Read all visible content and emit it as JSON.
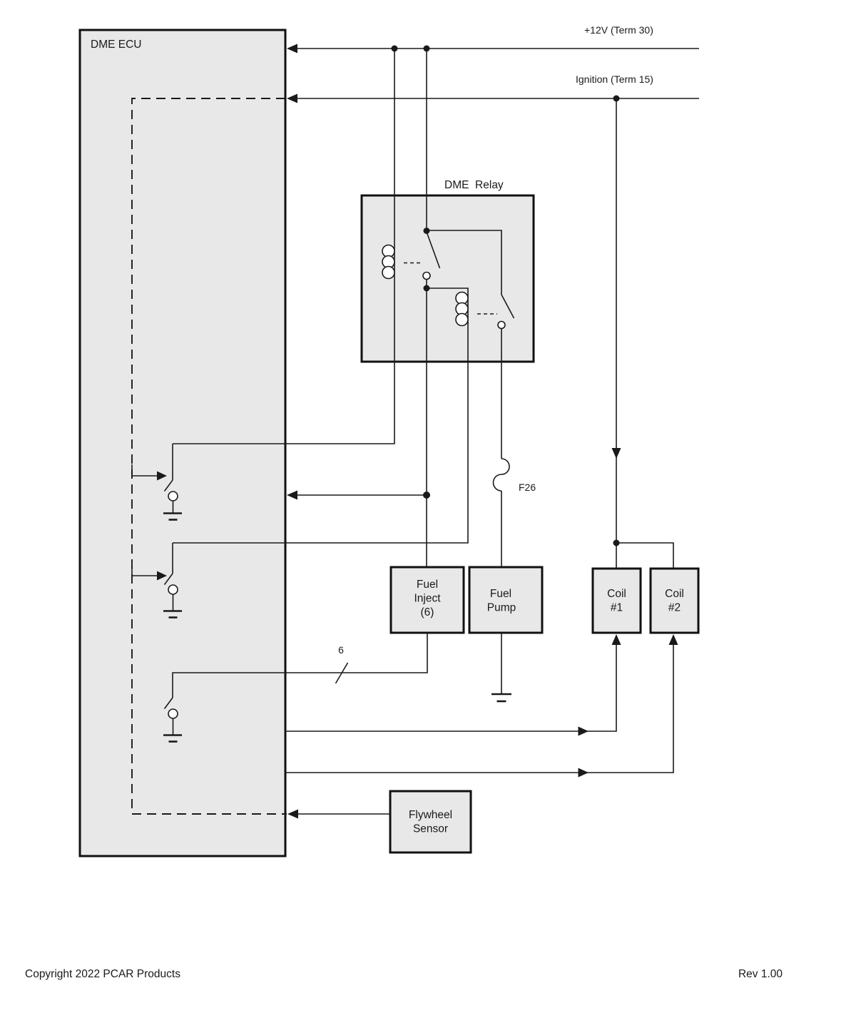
{
  "boxes": {
    "ecu": {
      "label": "DME ECU"
    },
    "relay": {
      "label": "DME  Relay"
    },
    "fuel_inject": {
      "lines": [
        "Fuel",
        "Inject",
        "(6)"
      ]
    },
    "fuel_pump": {
      "lines": [
        "Fuel",
        "Pump"
      ]
    },
    "coil_1": {
      "lines": [
        "Coil",
        "#1"
      ]
    },
    "coil_2": {
      "lines": [
        "Coil",
        "#2"
      ]
    },
    "flywheel_sensor": {
      "lines": [
        "Flywheel",
        "Sensor"
      ]
    }
  },
  "labels": {
    "supply": "+12V (Term 30)",
    "ignition": "Ignition (Term 15)",
    "fuse": "F26",
    "injector_wire_count": "6"
  },
  "footer": {
    "copyright": "Copyright 2022 PCAR Products",
    "revision": "Rev 1.00"
  },
  "colors": {
    "box_fill": "#e8e8e8",
    "line": "#1a1a1a",
    "background": "#ffffff"
  }
}
